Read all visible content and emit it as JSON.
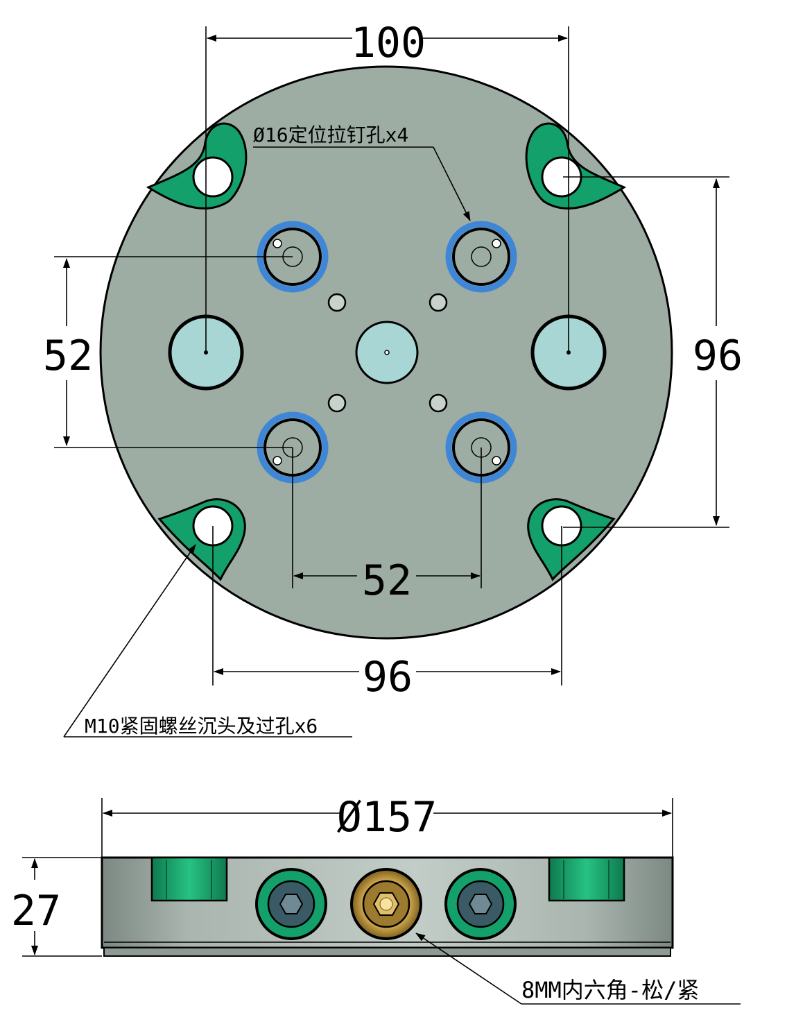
{
  "dimensions": {
    "top_width": "100",
    "right_height": "96",
    "left_height": "52",
    "inner_width": "52",
    "bottom_width": "96",
    "diameter": "Ø157",
    "thickness": "27"
  },
  "notes": {
    "locating_holes": "Ø16定位拉钉孔x4",
    "mounting_holes": "M10紧固螺丝沉头及过孔x6",
    "hex_key": "8MM内六角-松/紧"
  },
  "colors": {
    "plate": "#9dada4",
    "green_pocket": "#13a06a",
    "light_cyan": "#a8d6d4",
    "blue_ring": "#3f86d6",
    "brass": "#c9a24a"
  }
}
